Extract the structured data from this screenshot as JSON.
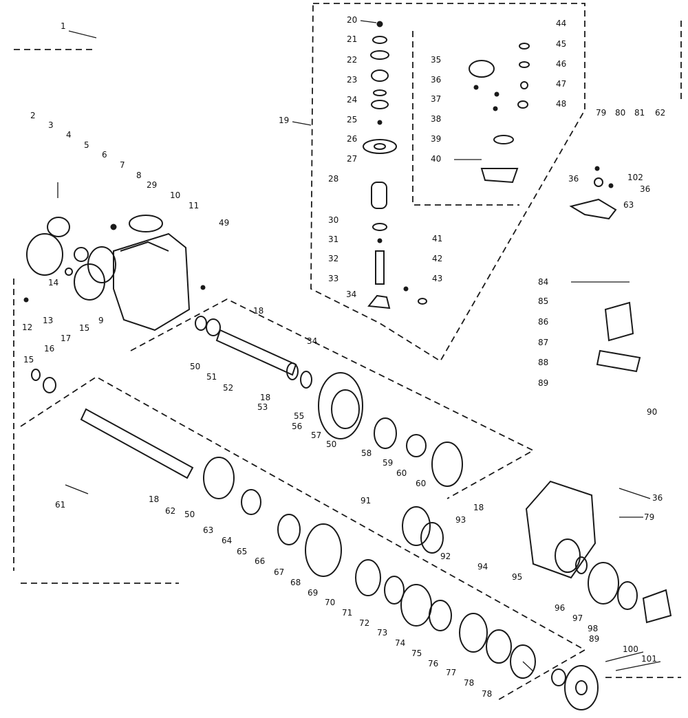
{
  "callouts": [
    {
      "id": "c1",
      "text": "1"
    },
    {
      "id": "c2",
      "text": "2"
    },
    {
      "id": "c3",
      "text": "3"
    },
    {
      "id": "c4",
      "text": "4"
    },
    {
      "id": "c5",
      "text": "5"
    },
    {
      "id": "c6",
      "text": "6"
    },
    {
      "id": "c7",
      "text": "7"
    },
    {
      "id": "c8",
      "text": "8"
    },
    {
      "id": "c9",
      "text": "9"
    },
    {
      "id": "c10",
      "text": "10"
    },
    {
      "id": "c11",
      "text": "11"
    },
    {
      "id": "c12",
      "text": "12"
    },
    {
      "id": "c13",
      "text": "13"
    },
    {
      "id": "c14",
      "text": "14"
    },
    {
      "id": "c15a",
      "text": "15"
    },
    {
      "id": "c15b",
      "text": "15"
    },
    {
      "id": "c16",
      "text": "16"
    },
    {
      "id": "c17",
      "text": "17"
    },
    {
      "id": "c18a",
      "text": "18"
    },
    {
      "id": "c18b",
      "text": "18"
    },
    {
      "id": "c18c",
      "text": "18"
    },
    {
      "id": "c18d",
      "text": "18"
    },
    {
      "id": "c19",
      "text": "19"
    },
    {
      "id": "c20",
      "text": "20"
    },
    {
      "id": "c21",
      "text": "21"
    },
    {
      "id": "c22",
      "text": "22"
    },
    {
      "id": "c23",
      "text": "23"
    },
    {
      "id": "c24",
      "text": "24"
    },
    {
      "id": "c25",
      "text": "25"
    },
    {
      "id": "c26",
      "text": "26"
    },
    {
      "id": "c27",
      "text": "27"
    },
    {
      "id": "c28",
      "text": "28"
    },
    {
      "id": "c29",
      "text": "29"
    },
    {
      "id": "c30",
      "text": "30"
    },
    {
      "id": "c31",
      "text": "31"
    },
    {
      "id": "c32",
      "text": "32"
    },
    {
      "id": "c33",
      "text": "33"
    },
    {
      "id": "c34a",
      "text": "34"
    },
    {
      "id": "c34b",
      "text": "34"
    },
    {
      "id": "c35",
      "text": "35"
    },
    {
      "id": "c36a",
      "text": "36"
    },
    {
      "id": "c36b",
      "text": "36"
    },
    {
      "id": "c36c",
      "text": "36"
    },
    {
      "id": "c36d",
      "text": "36"
    },
    {
      "id": "c37",
      "text": "37"
    },
    {
      "id": "c38",
      "text": "38"
    },
    {
      "id": "c39",
      "text": "39"
    },
    {
      "id": "c40",
      "text": "40"
    },
    {
      "id": "c41",
      "text": "41"
    },
    {
      "id": "c42",
      "text": "42"
    },
    {
      "id": "c43",
      "text": "43"
    },
    {
      "id": "c44",
      "text": "44"
    },
    {
      "id": "c45",
      "text": "45"
    },
    {
      "id": "c46",
      "text": "46"
    },
    {
      "id": "c47",
      "text": "47"
    },
    {
      "id": "c48",
      "text": "48"
    },
    {
      "id": "c49",
      "text": "49"
    },
    {
      "id": "c50a",
      "text": "50"
    },
    {
      "id": "c50b",
      "text": "50"
    },
    {
      "id": "c50c",
      "text": "50"
    },
    {
      "id": "c51",
      "text": "51"
    },
    {
      "id": "c52",
      "text": "52"
    },
    {
      "id": "c53",
      "text": "53"
    },
    {
      "id": "c55",
      "text": "55"
    },
    {
      "id": "c56",
      "text": "56"
    },
    {
      "id": "c57",
      "text": "57"
    },
    {
      "id": "c58",
      "text": "58"
    },
    {
      "id": "c59",
      "text": "59"
    },
    {
      "id": "c60a",
      "text": "60"
    },
    {
      "id": "c60b",
      "text": "60"
    },
    {
      "id": "c61",
      "text": "61"
    },
    {
      "id": "c62a",
      "text": "62"
    },
    {
      "id": "c62b",
      "text": "62"
    },
    {
      "id": "c63a",
      "text": "63"
    },
    {
      "id": "c63b",
      "text": "63"
    },
    {
      "id": "c64",
      "text": "64"
    },
    {
      "id": "c65",
      "text": "65"
    },
    {
      "id": "c66",
      "text": "66"
    },
    {
      "id": "c67",
      "text": "67"
    },
    {
      "id": "c68",
      "text": "68"
    },
    {
      "id": "c69",
      "text": "69"
    },
    {
      "id": "c70",
      "text": "70"
    },
    {
      "id": "c71",
      "text": "71"
    },
    {
      "id": "c72",
      "text": "72"
    },
    {
      "id": "c73",
      "text": "73"
    },
    {
      "id": "c74",
      "text": "74"
    },
    {
      "id": "c75",
      "text": "75"
    },
    {
      "id": "c76",
      "text": "76"
    },
    {
      "id": "c77",
      "text": "77"
    },
    {
      "id": "c78a",
      "text": "78"
    },
    {
      "id": "c78b",
      "text": "78"
    },
    {
      "id": "c79a",
      "text": "79"
    },
    {
      "id": "c79b",
      "text": "79"
    },
    {
      "id": "c80",
      "text": "80"
    },
    {
      "id": "c81",
      "text": "81"
    },
    {
      "id": "c84",
      "text": "84"
    },
    {
      "id": "c85",
      "text": "85"
    },
    {
      "id": "c86",
      "text": "86"
    },
    {
      "id": "c87",
      "text": "87"
    },
    {
      "id": "c88",
      "text": "88"
    },
    {
      "id": "c89a",
      "text": "89"
    },
    {
      "id": "c89b",
      "text": "89"
    },
    {
      "id": "c90",
      "text": "90"
    },
    {
      "id": "c91",
      "text": "91"
    },
    {
      "id": "c92",
      "text": "92"
    },
    {
      "id": "c93",
      "text": "93"
    },
    {
      "id": "c94",
      "text": "94"
    },
    {
      "id": "c95",
      "text": "95"
    },
    {
      "id": "c96",
      "text": "96"
    },
    {
      "id": "c97",
      "text": "97"
    },
    {
      "id": "c98",
      "text": "98"
    },
    {
      "id": "c100",
      "text": "100"
    },
    {
      "id": "c101",
      "text": "101"
    },
    {
      "id": "c102",
      "text": "102"
    }
  ],
  "colors": {
    "ink": "#1a1a1a",
    "paper": "#ffffff"
  }
}
